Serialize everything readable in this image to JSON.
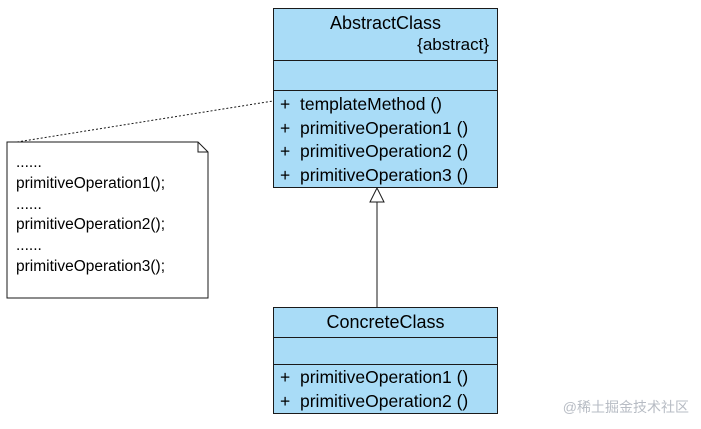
{
  "abstract_class": {
    "name": "AbstractClass",
    "stereotype": "{abstract}",
    "operations": [
      {
        "vis": "+",
        "name": "templateMethod ()"
      },
      {
        "vis": "+",
        "name": "primitiveOperation1 ()"
      },
      {
        "vis": "+",
        "name": "primitiveOperation2 ()"
      },
      {
        "vis": "+",
        "name": "primitiveOperation3 ()"
      }
    ]
  },
  "concrete_class": {
    "name": "ConcreteClass",
    "operations": [
      {
        "vis": "+",
        "name": "primitiveOperation1 ()"
      },
      {
        "vis": "+",
        "name": "primitiveOperation2 ()"
      }
    ]
  },
  "note": {
    "lines": [
      "......",
      "primitiveOperation1();",
      "......",
      "primitiveOperation2();",
      "......",
      "primitiveOperation3();"
    ]
  },
  "watermark": "@稀土掘金技术社区",
  "colors": {
    "class_fill": "#a9dcf7",
    "border": "#1a1a1a",
    "watermark": "#b7bcc4"
  }
}
